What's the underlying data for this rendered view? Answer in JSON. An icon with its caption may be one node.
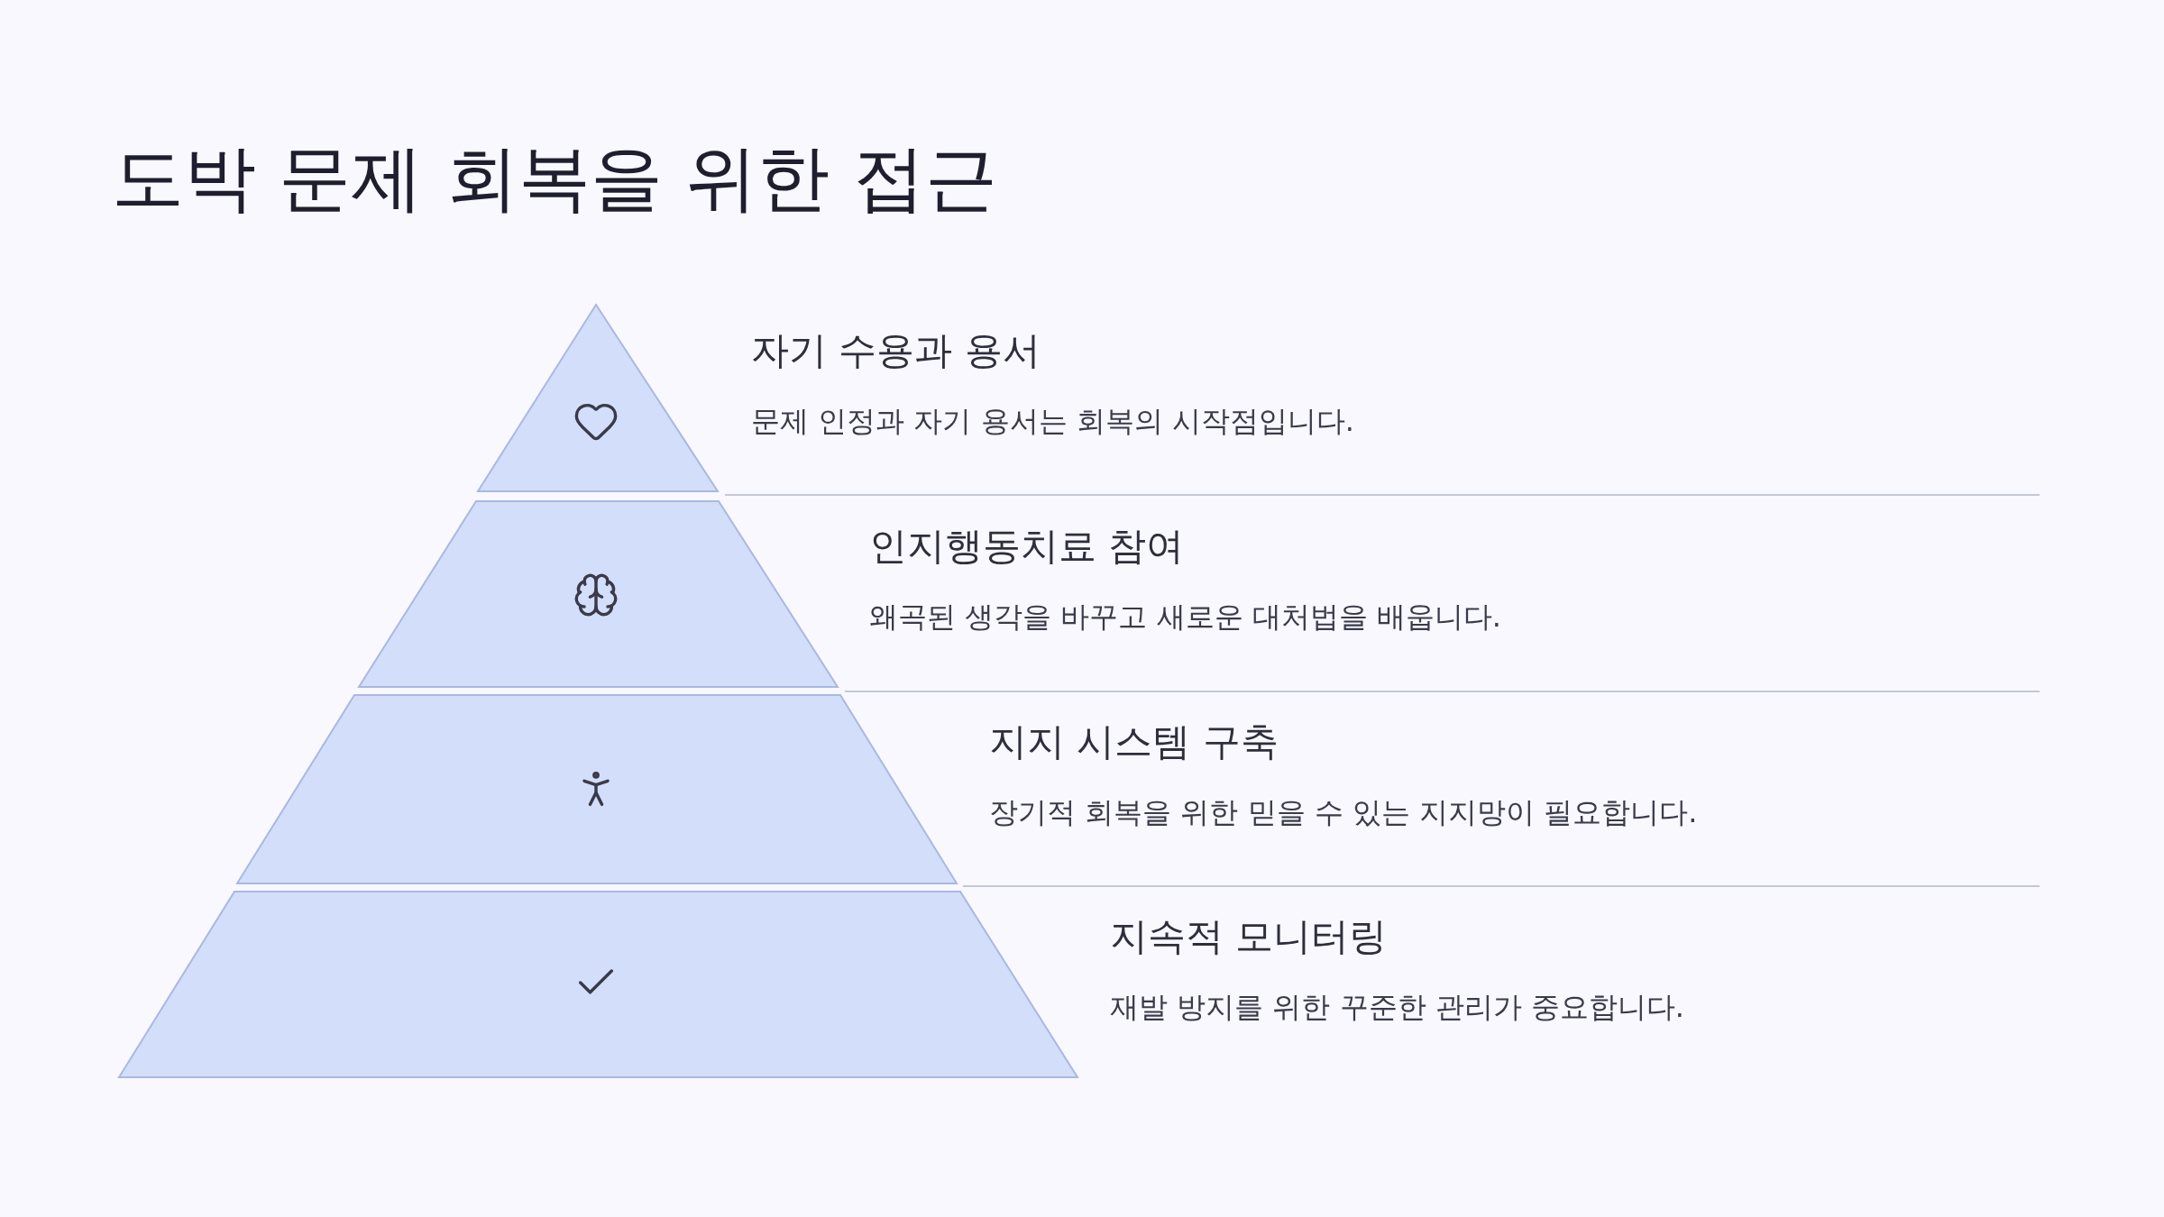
{
  "diagram": {
    "title": "도박 문제 회복을 위한 접근",
    "nodes": [
      {
        "text": [
          "자기 수용과 용서",
          "문제 인정과 자기 용서는 회복의 시작점입니다."
        ]
      },
      {
        "text": [
          "인지행동치료 참여",
          "왜곡된 생각을 바꾸고 새로운 대처법을 배웁니다."
        ]
      },
      {
        "text": [
          "지지 시스템 구축",
          "장기적 회복을 위한 믿을 수 있는 지지망이 필요합니다."
        ]
      },
      {
        "text": [
          "지속적 모니터링",
          "재발 방지를 위한 꾸준한 관리가 중요합니다."
        ]
      }
    ]
  }
}
